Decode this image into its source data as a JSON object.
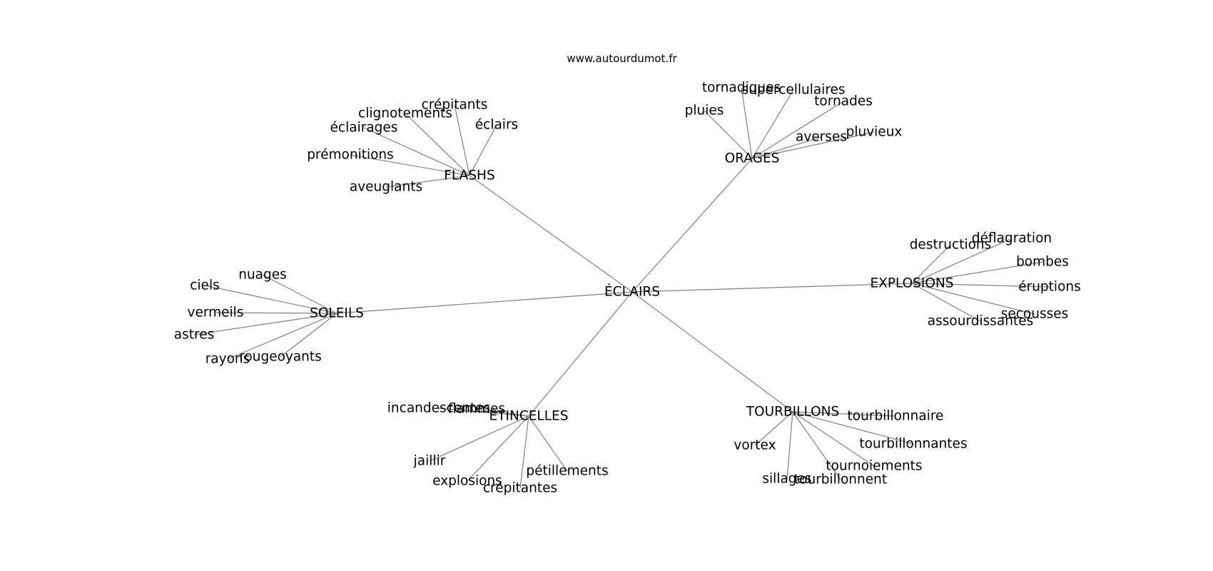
{
  "watermark": "www.autourdumot.fr",
  "colors": {
    "edge": "#808080",
    "text": "#000000",
    "background": "#ffffff"
  },
  "graph": {
    "center": "ÉCLAIRS",
    "clusters": [
      {
        "hub": "FLASHS",
        "leaves": [
          "clignotements",
          "crépitants",
          "éclairs",
          "éclairages",
          "prémonitions",
          "aveuglants"
        ]
      },
      {
        "hub": "ORAGES",
        "leaves": [
          "tornadiques",
          "supercellulaires",
          "tornades",
          "pluies",
          "averses",
          "pluvieux"
        ]
      },
      {
        "hub": "EXPLOSIONS",
        "leaves": [
          "destructions",
          "déflagration",
          "bombes",
          "éruptions",
          "secousses",
          "assourdissantes"
        ]
      },
      {
        "hub": "SOLEILS",
        "leaves": [
          "nuages",
          "ciels",
          "vermeils",
          "astres",
          "rayons",
          "rougeoyants"
        ]
      },
      {
        "hub": "ÉTINCELLES",
        "leaves": [
          "incandescentes",
          "flammes",
          "jaillir",
          "explosions",
          "crépitantes",
          "pétillements"
        ]
      },
      {
        "hub": "TOURBILLONS",
        "leaves": [
          "tourbillonnaire",
          "vortex",
          "tourbillonnantes",
          "tournoiements",
          "sillages",
          "tourbillonnent"
        ]
      }
    ]
  }
}
